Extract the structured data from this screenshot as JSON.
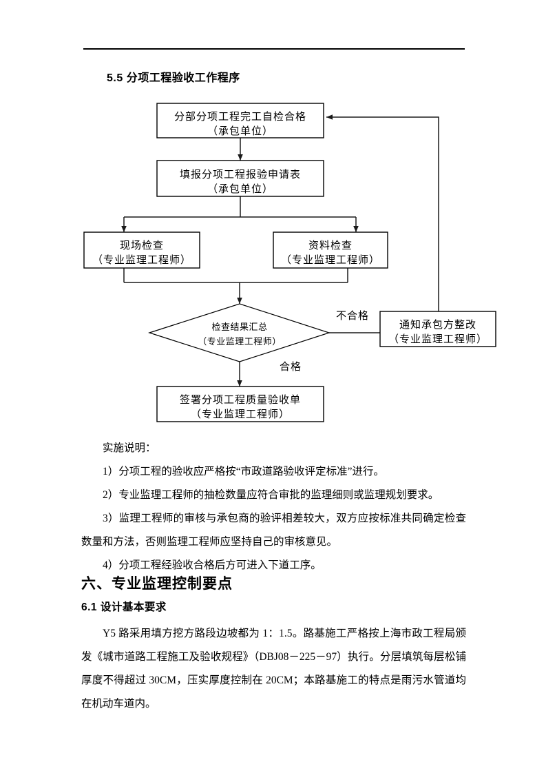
{
  "document": {
    "section_title": "5.5 分项工程验收工作程序",
    "flowchart": {
      "nodes": {
        "self_check": {
          "line1": "分部分项工程完工自检合格",
          "line2": "（承包单位）"
        },
        "fill_form": {
          "line1": "填报分项工程报验申请表",
          "line2": "（承包单位）"
        },
        "site_check": {
          "line1": "现场检查",
          "line2": "（专业监理工程师）"
        },
        "data_check": {
          "line1": "资料检查",
          "line2": "（专业监理工程师）"
        },
        "summary": {
          "line1": "检查结果汇总",
          "line2": "（专业监理工程师）"
        },
        "notify": {
          "line1": "通知承包方整改",
          "line2": "（专业监理工程师）"
        },
        "sign": {
          "line1": "签署分项工程质量验收单",
          "line2": "（专业监理工程师）"
        }
      },
      "labels": {
        "fail": "不合格",
        "pass": "合格"
      }
    },
    "notes": {
      "heading": "实施说明：",
      "item1": "1）分项工程的验收应严格按“市政道路验收评定标准”进行。",
      "item2": "2）专业监理工程师的抽检数量应符合审批的监理细则或监理规划要求。",
      "item3": "3）监理工程师的审核与承包商的验评相差较大，双方应按标准共同确定检查数量和方法，否则监理工程师应坚持自己的审核意见。",
      "item4": "4）分项工程经验收合格后方可进入下道工序。"
    },
    "section6": {
      "heading": "六、专业监理控制要点",
      "subheading": "6.1 设计基本要求",
      "paragraph": "Y5 路采用填方挖方路段边坡都为 1：1.5。路基施工严格按上海市政工程局颁发《城市道路工程施工及验收规程》（DBJ08－225－97）执行。分层填筑每层松铺厚度不得超过 30CM，压实厚度控制在 20CM；本路基施工的特点是雨污水管道均在机动车道内。"
    }
  }
}
